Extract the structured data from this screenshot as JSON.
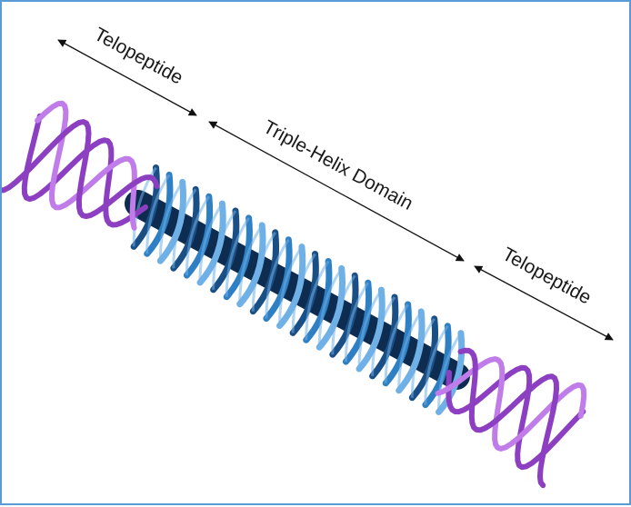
{
  "labels": {
    "telopeptide_left": "Telopeptide",
    "triple_helix": "Triple-Helix Domain",
    "telopeptide_right": "Telopeptide"
  },
  "colors": {
    "border": "#5b9bd5",
    "helix_blue_dark": "#1a4f86",
    "helix_blue": "#2f7fc4",
    "helix_blue_light": "#6fb1e6",
    "helix_core": "#0d2c4f",
    "telopeptide_purple": "#8d3fc1",
    "telopeptide_purple_light": "#c07ce8",
    "arrow": "#111111"
  }
}
